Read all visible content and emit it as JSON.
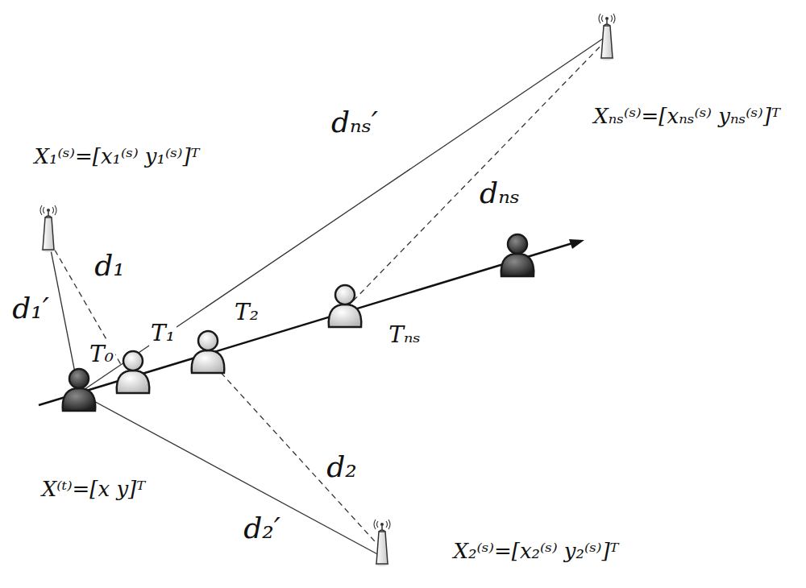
{
  "diagram": {
    "labels": [
      "X₁⁽ˢ⁾=[x₁⁽ˢ⁾ y₁⁽ˢ⁾]ᵀ",
      "Xₙₛ⁽ˢ⁾=[xₙₛ⁽ˢ⁾ yₙₛ⁽ˢ⁾]ᵀ",
      "dₙₛ′",
      "dₙₛ",
      "d₁",
      "d₁′",
      "T₀",
      "T₁",
      "T₂",
      "Tₙₛ",
      "X⁽ᵗ⁾=[x y]ᵀ",
      "d₂",
      "d₂′",
      "X₂⁽ˢ⁾=[x₂⁽ˢ⁾ y₂⁽ˢ⁾]ᵀ"
    ]
  }
}
